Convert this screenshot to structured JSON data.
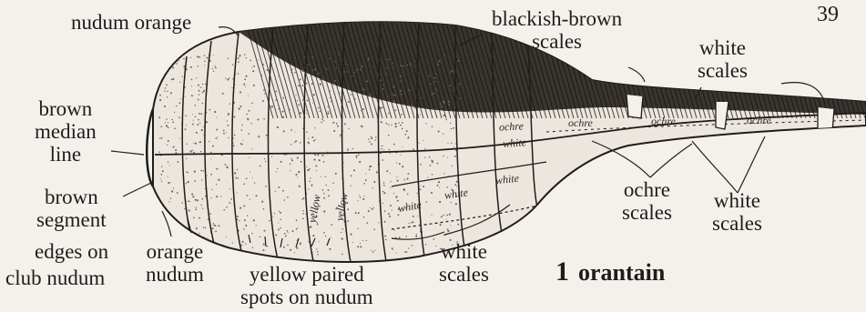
{
  "page_number": "39",
  "figure": {
    "number": "1",
    "title": "orantain"
  },
  "labels": {
    "nudum_orange": "nudum orange",
    "blackish_brown": [
      "blackish-brown",
      "scales"
    ],
    "white_scales_top": [
      "white",
      "scales"
    ],
    "brown_median": [
      "brown",
      "median",
      "line"
    ],
    "brown_segment": [
      "brown",
      "segment"
    ],
    "edges_on": "edges on",
    "club_nudum": "club nudum",
    "orange_nudum": [
      "orange",
      "nudum"
    ],
    "yellow_paired": [
      "yellow paired",
      "spots  on nudum"
    ],
    "white_scales_bottom": [
      "white",
      "scales"
    ],
    "ochre_scales": [
      "ochre",
      "scales"
    ],
    "white_scales_right": [
      "white",
      "scales"
    ]
  },
  "inline_labels": {
    "yellow": "yellow",
    "white": "white",
    "ochre": "ochre"
  },
  "colors": {
    "paper": "#f4f1ec",
    "ink": "#1f1d1a",
    "dark_scales": "#2a2622"
  }
}
